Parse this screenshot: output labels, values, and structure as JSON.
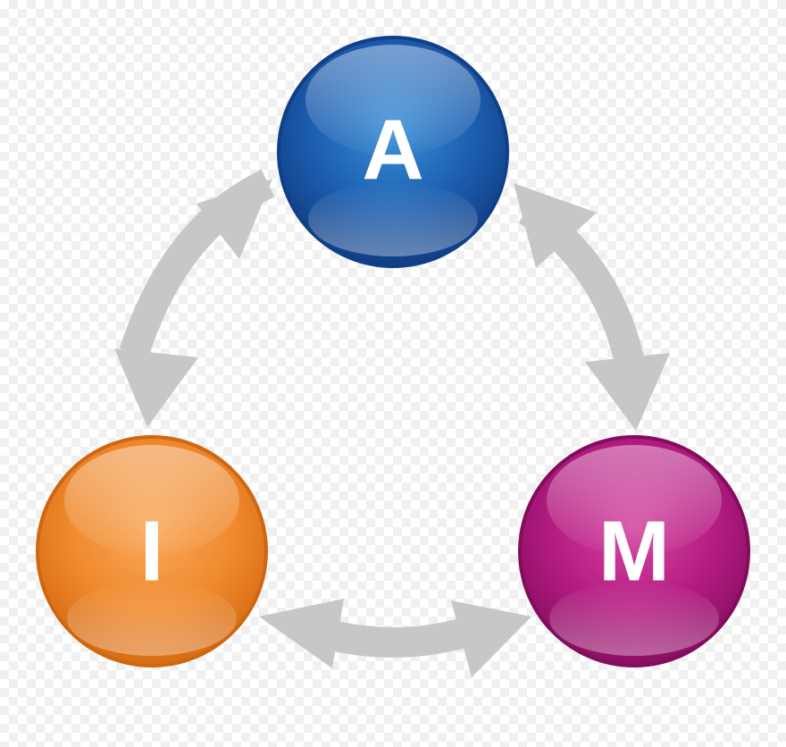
{
  "nodes": {
    "a": {
      "label": "A",
      "color": "#1f5fae"
    },
    "i": {
      "label": "I",
      "color": "#f08a2e"
    },
    "m": {
      "label": "M",
      "color": "#b51c83"
    }
  },
  "arrow_color": "#c6c7c9",
  "connections": [
    {
      "from": "A",
      "to": "I",
      "direction": "bidirectional"
    },
    {
      "from": "A",
      "to": "M",
      "direction": "bidirectional"
    },
    {
      "from": "I",
      "to": "M",
      "direction": "bidirectional"
    }
  ]
}
